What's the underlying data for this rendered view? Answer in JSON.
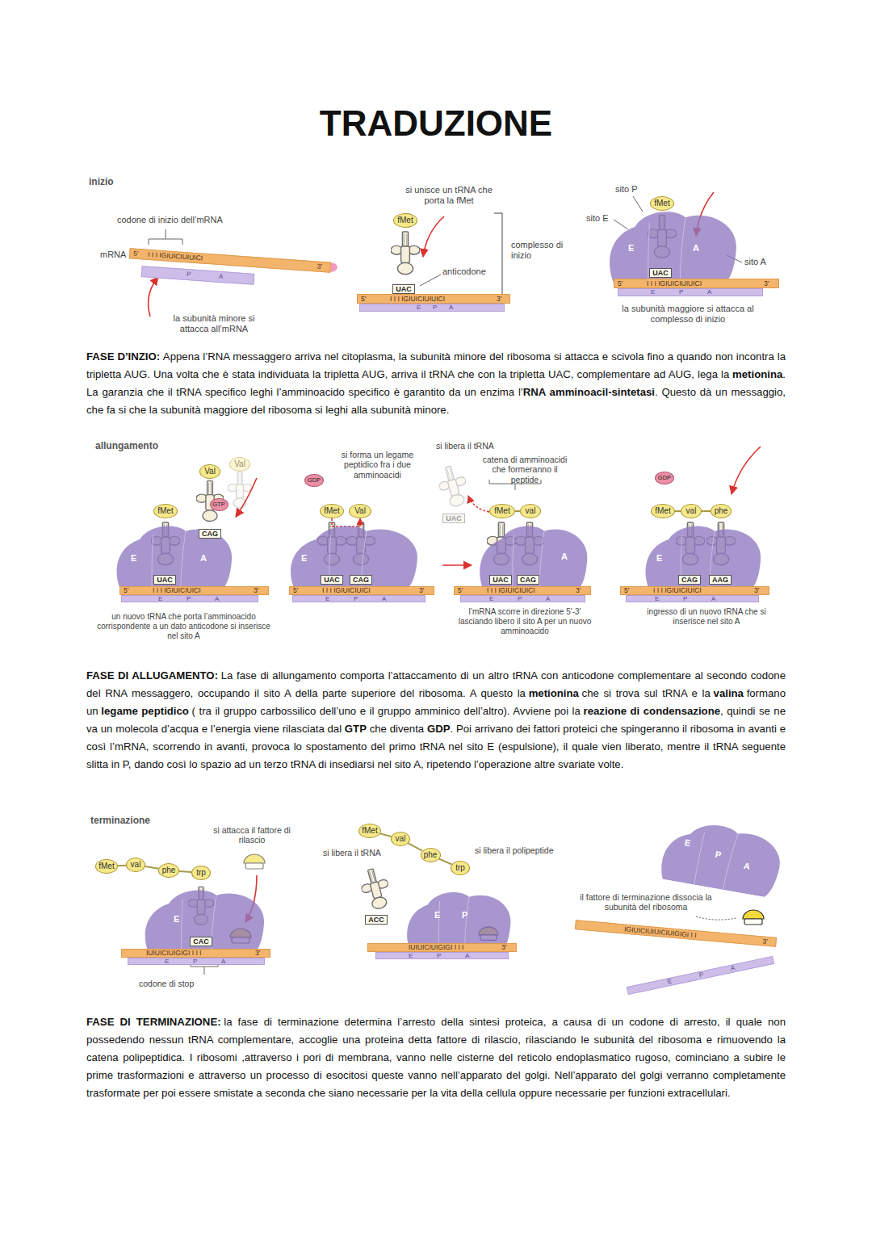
{
  "diagram": {
    "title": "TRADUZIONE",
    "nodes": [
      {
        "text": [
          "5'",
          "I I I IGIUICIUIUICI",
          "3'"
        ]
      },
      {
        "text": [
          "P",
          "A"
        ]
      },
      {
        "text": [
          "fMet"
        ]
      },
      {
        "text": [
          "UAC"
        ]
      },
      {
        "text": [
          "5'",
          "I I I IGIUICIUIUICI",
          "3'"
        ]
      },
      {
        "text": [
          "E",
          "P",
          "A"
        ]
      },
      {
        "text": [
          "E",
          "A"
        ]
      },
      {
        "text": [
          "fMet"
        ]
      },
      {
        "text": [
          "UAC"
        ],
        "in": 6
      },
      {
        "text": [
          "5'",
          "I I I IGIUICIUIUICI",
          "3'"
        ]
      },
      {
        "text": [
          "E",
          "P",
          "A"
        ]
      },
      {
        "text": [
          "Val"
        ]
      },
      {
        "text": [
          "Val"
        ]
      },
      {
        "text": [
          "GTP"
        ]
      },
      {
        "text": [
          "fMet"
        ]
      },
      {
        "text": [
          "E",
          "A"
        ]
      },
      {
        "text": [
          "CAG"
        ],
        "in": 15
      },
      {
        "text": [
          "UAC"
        ],
        "in": 15
      },
      {
        "text": [
          "5'",
          "I I I IGIUICIUICI",
          "3'"
        ]
      },
      {
        "text": [
          "E",
          "P",
          "A"
        ]
      },
      {
        "text": [
          "GDP"
        ]
      },
      {
        "text": [
          "fMet"
        ]
      },
      {
        "text": [
          "Val"
        ]
      },
      {
        "text": [
          "E"
        ]
      },
      {
        "text": [
          "UAC"
        ],
        "in": 23
      },
      {
        "text": [
          "CAG"
        ],
        "in": 23
      },
      {
        "text": [
          "5'",
          "I I I IGIUICIUICI",
          "3'"
        ]
      },
      {
        "text": [
          "E",
          "P",
          "A"
        ]
      },
      {
        "text": [
          "UAC"
        ]
      },
      {
        "text": [
          "fMet"
        ]
      },
      {
        "text": [
          "val"
        ]
      },
      {
        "text": [
          "A"
        ]
      },
      {
        "text": [
          "UAC"
        ],
        "in": 31
      },
      {
        "text": [
          "CAG"
        ],
        "in": 31
      },
      {
        "text": [
          "5'",
          "I I I IGIUICIUICI",
          "3'"
        ]
      },
      {
        "text": [
          "E",
          "P",
          "A"
        ]
      },
      {
        "text": [
          "GDP"
        ]
      },
      {
        "text": [
          "fMet"
        ]
      },
      {
        "text": [
          "val"
        ]
      },
      {
        "text": [
          "phe"
        ]
      },
      {
        "text": [
          "E"
        ]
      },
      {
        "text": [
          "CAG"
        ],
        "in": 40
      },
      {
        "text": [
          "AAG"
        ],
        "in": 40
      },
      {
        "text": [
          "5'",
          "I I I IGIUICIUICI",
          "3'"
        ]
      },
      {
        "text": [
          "E",
          "P",
          "A"
        ]
      },
      {
        "text": [
          "fMet"
        ]
      },
      {
        "text": [
          "val"
        ]
      },
      {
        "text": [
          "phe"
        ]
      },
      {
        "text": [
          "trp"
        ]
      },
      {
        "text": [
          "E"
        ]
      },
      {
        "text": [
          "CAC"
        ],
        "in": 49
      },
      {
        "text": [
          "IUIUICIUIGIGI I I I",
          "3'"
        ]
      },
      {
        "text": [
          "E",
          "P",
          "A"
        ]
      },
      {
        "text": [
          "fMet"
        ]
      },
      {
        "text": [
          "val"
        ]
      },
      {
        "text": [
          "phe"
        ]
      },
      {
        "text": [
          "trp"
        ]
      },
      {
        "text": [
          "ACC"
        ]
      },
      {
        "text": [
          "E",
          "P"
        ]
      },
      {
        "text": [
          "IUIUICIUIGIGI I I I",
          "3'"
        ]
      },
      {
        "text": [
          "E",
          "P",
          "A"
        ]
      },
      {
        "text": [
          "E",
          "P",
          "A"
        ]
      },
      {
        "text": [
          "IGIUICIUIUICIUIGIGI I I",
          "3'"
        ]
      },
      {
        "text": [
          "E",
          "P",
          "A"
        ]
      }
    ],
    "edges": [
      {
        "from": 21,
        "to": 22,
        "arrow": "to"
      },
      {
        "from": 29,
        "to": 30,
        "arrow": "none"
      },
      {
        "from": 37,
        "to": 38,
        "arrow": "none"
      },
      {
        "from": 38,
        "to": 39,
        "arrow": "none"
      },
      {
        "from": 45,
        "to": 46,
        "arrow": "none"
      },
      {
        "from": 46,
        "to": 47,
        "arrow": "none"
      },
      {
        "from": 47,
        "to": 48,
        "arrow": "none"
      },
      {
        "from": 53,
        "to": 54,
        "arrow": "none"
      },
      {
        "from": 54,
        "to": 55,
        "arrow": "none"
      },
      {
        "from": 55,
        "to": 56,
        "arrow": "none"
      }
    ],
    "labels": [
      "inizio",
      "codone di inizio dell’mRNA",
      "mRNA",
      "la subunità minore si attacca all’mRNA",
      "si unisce un tRNA che porta la fMet",
      "anticodone",
      "complesso di inizio",
      "sito P",
      "sito E",
      "sito A",
      "la subunità maggiore si attacca al complesso di inizio",
      "allungamento",
      "un nuovo tRNA che porta l’amminoacido corrispondente a un dato anticodone si inserisce nel sito A",
      "si forma un legame peptidico fra i due amminoacidi",
      "si libera il tRNA",
      "catena di amminoacidi che formeranno il peptide",
      "l’mRNA scorre in direzione 5'-3' lasciando libero il sito A per un nuovo amminoacido",
      "ingresso di un nuovo tRNA che si inserisce nel sito A",
      "terminazione",
      "si attacca il fattore di rilascio",
      "codone di stop",
      "si libera il tRNA",
      "si libera il polipeptide",
      "il fattore di terminazione dissocia la subunità del ribosoma",
      "FASE D’INZIO:",
      "Appena l’RNA messaggero arriva nel citoplasma, la subunità minore del ribosoma si attacca e scivola fino a quando non incontra la tripletta AUG. Una volta che è stata individuata la tripletta AUG, arriva il tRNA che con la tripletta UAC, complementare ad AUG, lega la",
      "metionina",
      ". La garanzia che il tRNA specifico leghi l’amminoacido specifico è garantito da un enzima l’",
      "RNA amminoacil-sintetasi",
      ". Questo dà un messaggio, che fa si che la subunità maggiore del ribosoma si leghi alla subunità minore.",
      "FASE DI ALLUGAMENTO:",
      "La fase di allungamento comporta l’attaccamento di un altro tRNA con anticodone complementare al secondo codone del RNA messaggero, occupando il sito A della parte superiore del ribosoma. A questo la",
      "metionina",
      "che si trova sul tRNA e la",
      "valina",
      "formano un",
      "legame peptidico",
      "( tra il gruppo carbossilico dell’uno e il gruppo amminico dell’altro). Avviene poi la",
      "reazione di condensazione",
      ", quindi se ne va un molecola d’acqua e l’energia viene rilasciata dal",
      "GTP",
      "che diventa",
      "GDP",
      ". Poi arrivano dei fattori proteici che spingeranno il ribosoma in avanti e così l’mRNA, scorrendo in avanti, provoca lo spostamento del primo tRNA nel sito E (espulsione), il quale vien liberato, mentre il tRNA seguente slitta in P, dando così lo spazio ad un terzo tRNA di insediarsi nel sito A, ripetendo l’operazione altre svariate volte.",
      "FASE DI TERMINAZIONE:",
      "la fase di terminazione determina l’arresto della sintesi proteica, a causa di un codone di arresto, il quale non possedendo nessun tRNA complementare, accoglie una proteina detta fattore di rilascio, rilasciando le subunità del ribosoma e rimuovendo la catena polipeptidica. I ribosomi ,attraverso i pori di membrana, vanno nelle cisterne del reticolo endoplasmatico rugoso, cominciano a subire le prime trasformazioni e attraverso un processo di esocitosi queste vanno nell’apparato del golgi. Nell’apparato del golgi verranno completamente trasformate per poi essere smistate a seconda che siano necessarie per la vita della cellula oppure necessarie per funzioni extracellulari."
    ]
  }
}
